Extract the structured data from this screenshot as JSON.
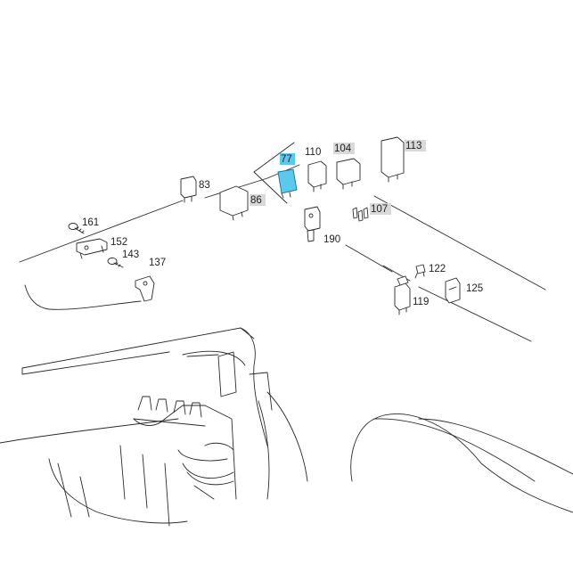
{
  "parts": [
    {
      "id": "77",
      "highlighted": true,
      "boxed": true
    },
    {
      "id": "110",
      "highlighted": false,
      "boxed": false
    },
    {
      "id": "104",
      "highlighted": false,
      "boxed": true
    },
    {
      "id": "113",
      "highlighted": false,
      "boxed": true
    },
    {
      "id": "83",
      "highlighted": false,
      "boxed": false
    },
    {
      "id": "86",
      "highlighted": false,
      "boxed": true
    },
    {
      "id": "107",
      "highlighted": false,
      "boxed": true
    },
    {
      "id": "190",
      "highlighted": false,
      "boxed": false
    },
    {
      "id": "161",
      "highlighted": false,
      "boxed": false
    },
    {
      "id": "152",
      "highlighted": false,
      "boxed": false
    },
    {
      "id": "143",
      "highlighted": false,
      "boxed": false
    },
    {
      "id": "137",
      "highlighted": false,
      "boxed": false
    },
    {
      "id": "122",
      "highlighted": false,
      "boxed": false
    },
    {
      "id": "125",
      "highlighted": false,
      "boxed": false
    },
    {
      "id": "119",
      "highlighted": false,
      "boxed": false
    }
  ],
  "colors": {
    "highlight": "#5bc8ee",
    "label_box": "#d9d9d9",
    "line": "#2b2b2b"
  }
}
